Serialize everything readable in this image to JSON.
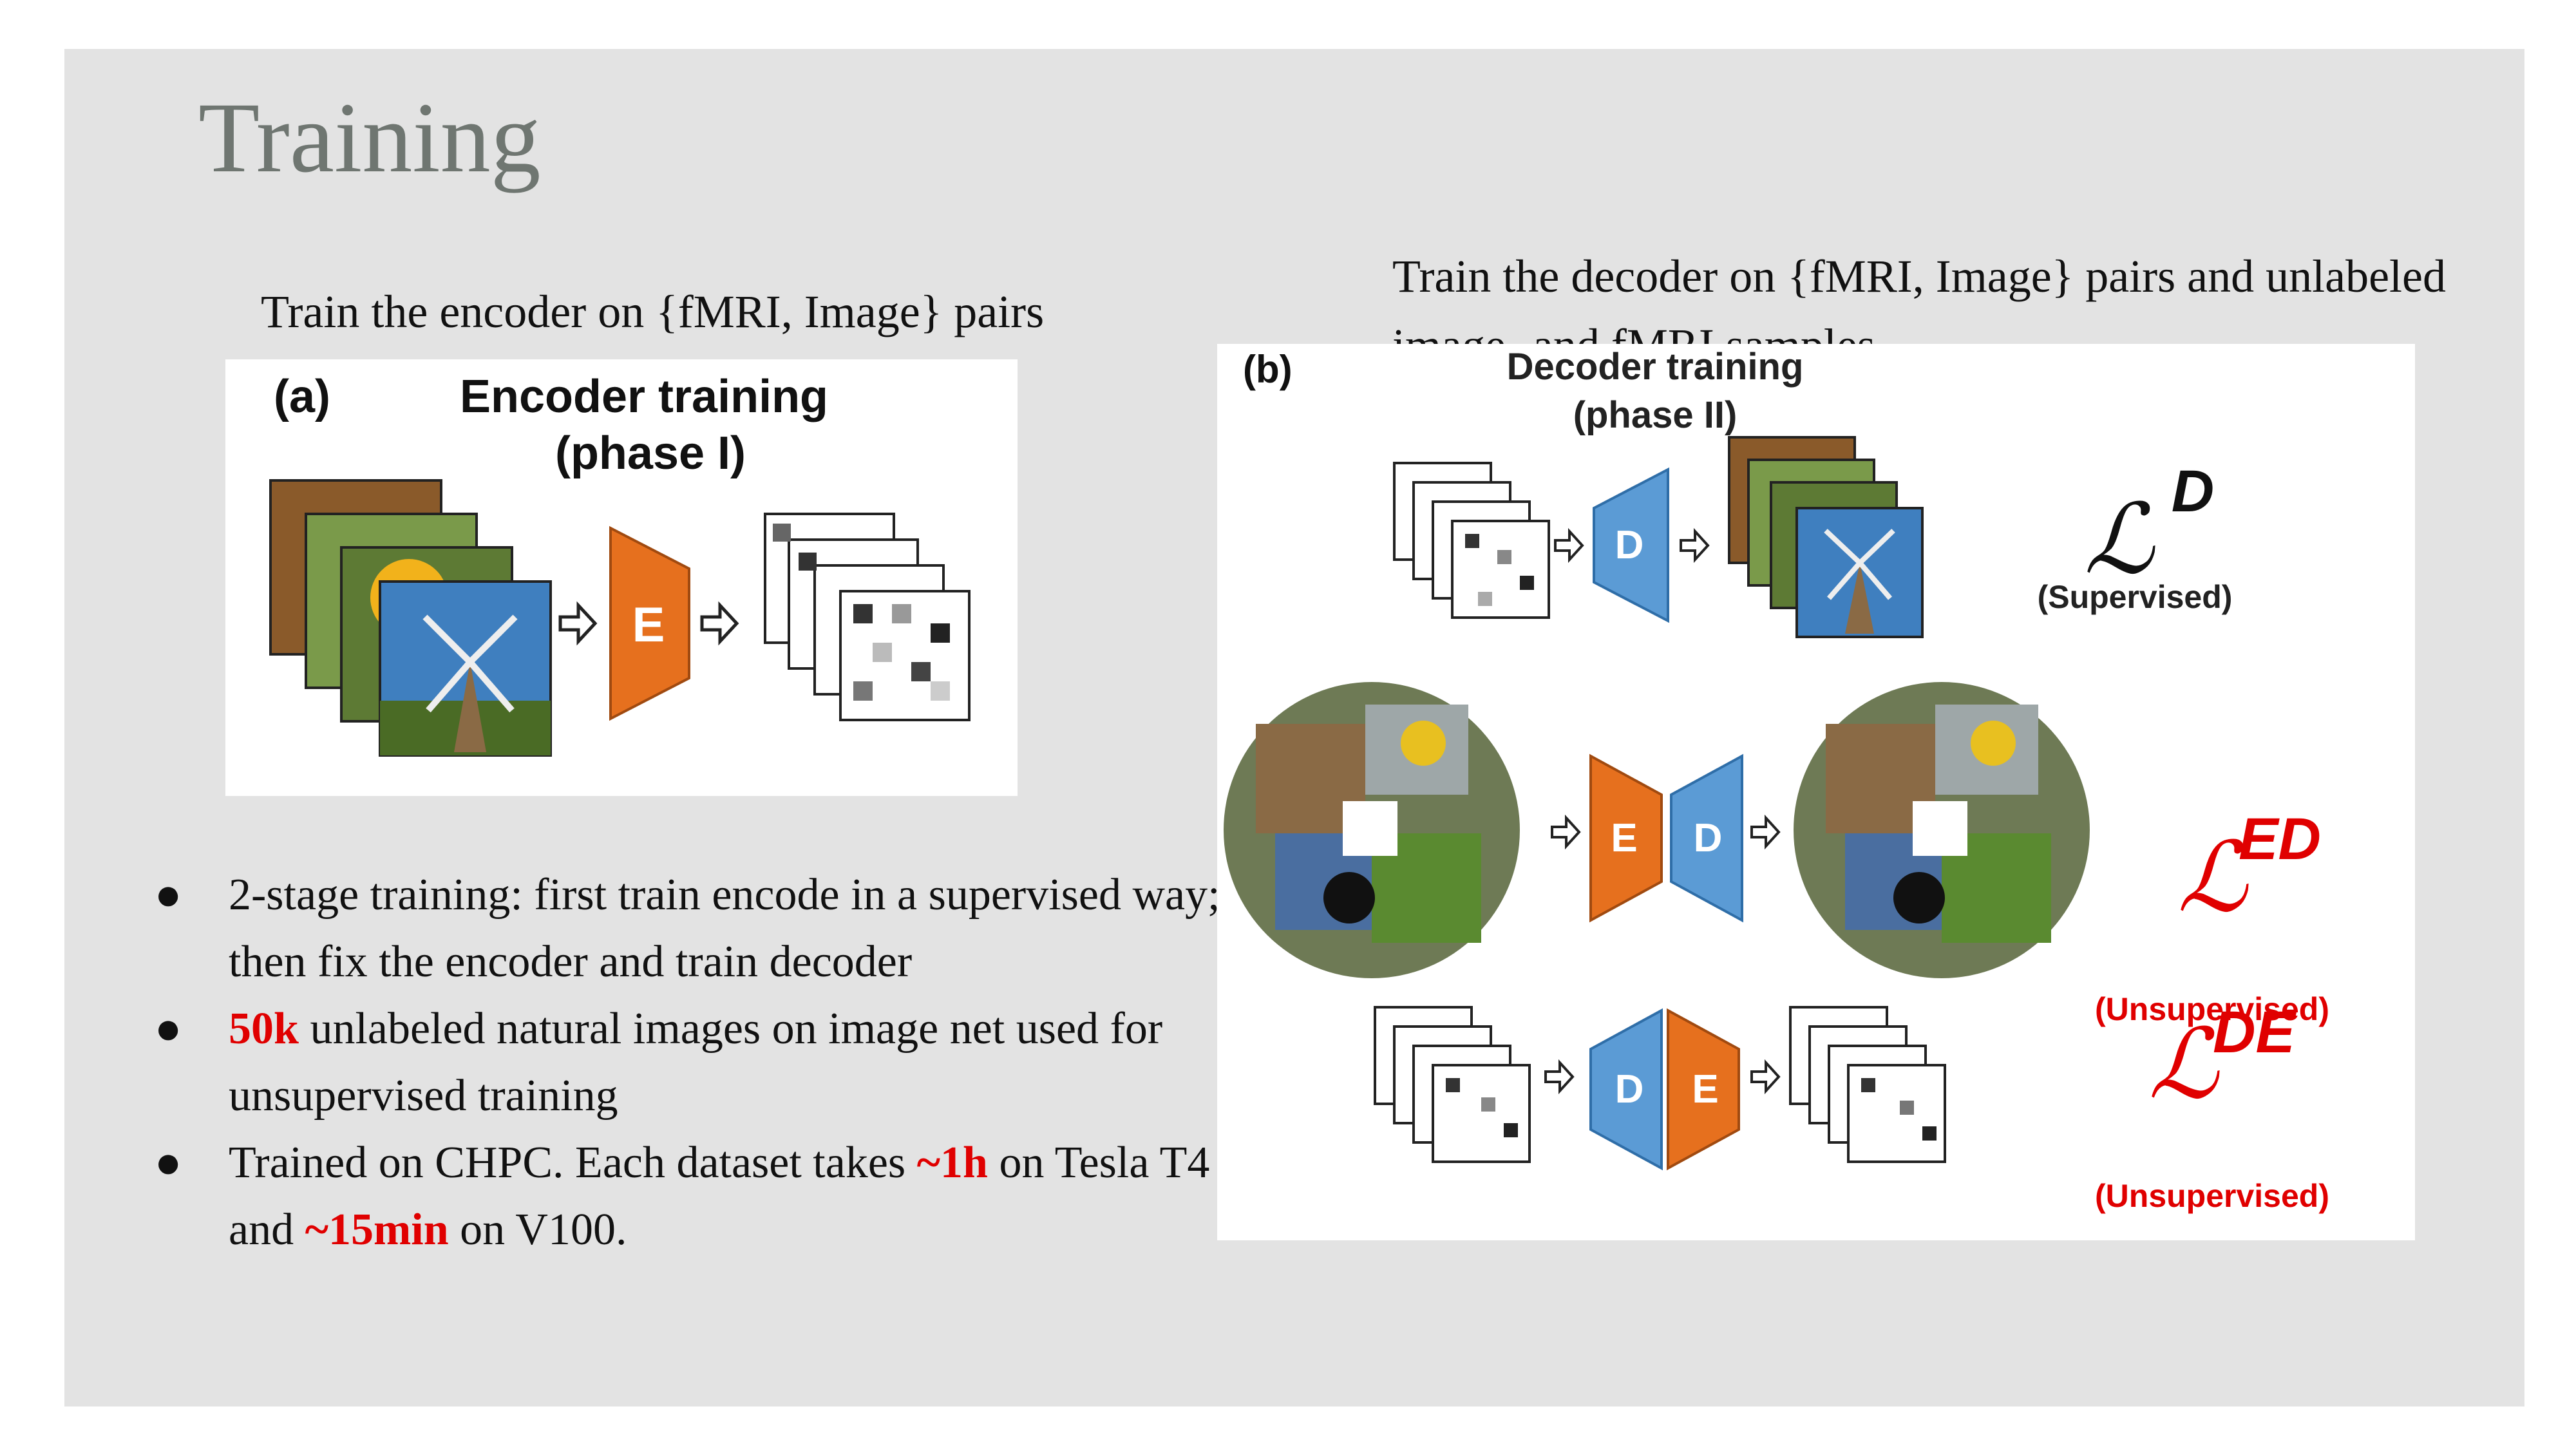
{
  "slide": {
    "title": "Training",
    "caption_left": "Train the encoder on {fMRI, Image} pairs",
    "caption_right": "Train the decoder on {fMRI, Image} pairs and unlabeled image- and fMRI samples"
  },
  "figure_a": {
    "panel": "(a)",
    "title_line1": "Encoder training",
    "title_line2": "(phase I)",
    "encoder_letter": "E"
  },
  "figure_b": {
    "panel": "(b)",
    "title_line1": "Decoder training",
    "title_line2": "(phase II)",
    "encoder_letter": "E",
    "decoder_letter": "D",
    "loss_d_super": "D",
    "loss_d_note": "(Supervised)",
    "loss_ed_super": "ED",
    "loss_ed_note": "(Unsupervised)",
    "loss_de_super": "DE",
    "loss_de_note": "(Unsupervised)",
    "loss_symbol": "ℒ"
  },
  "bullets": [
    {
      "marker": "●",
      "text": "2-stage training: first train encode in a supervised way; then fix the encoder and train decoder"
    },
    {
      "marker": "●",
      "highlight": "50k",
      "rest": " unlabeled natural images on image net used for unsupervised training"
    },
    {
      "marker": "●",
      "part1": "Trained on CHPC. Each dataset takes ",
      "highlight1": "~1h",
      "part2": " on Tesla T4 and ",
      "highlight2": "~15min",
      "part3": " on V100."
    }
  ],
  "colors": {
    "slide_bg": "#e3e3e3",
    "title": "#6f7671",
    "highlight": "#e00000",
    "encoder_orange": "#e6701e",
    "decoder_blue": "#5b9bd5"
  }
}
